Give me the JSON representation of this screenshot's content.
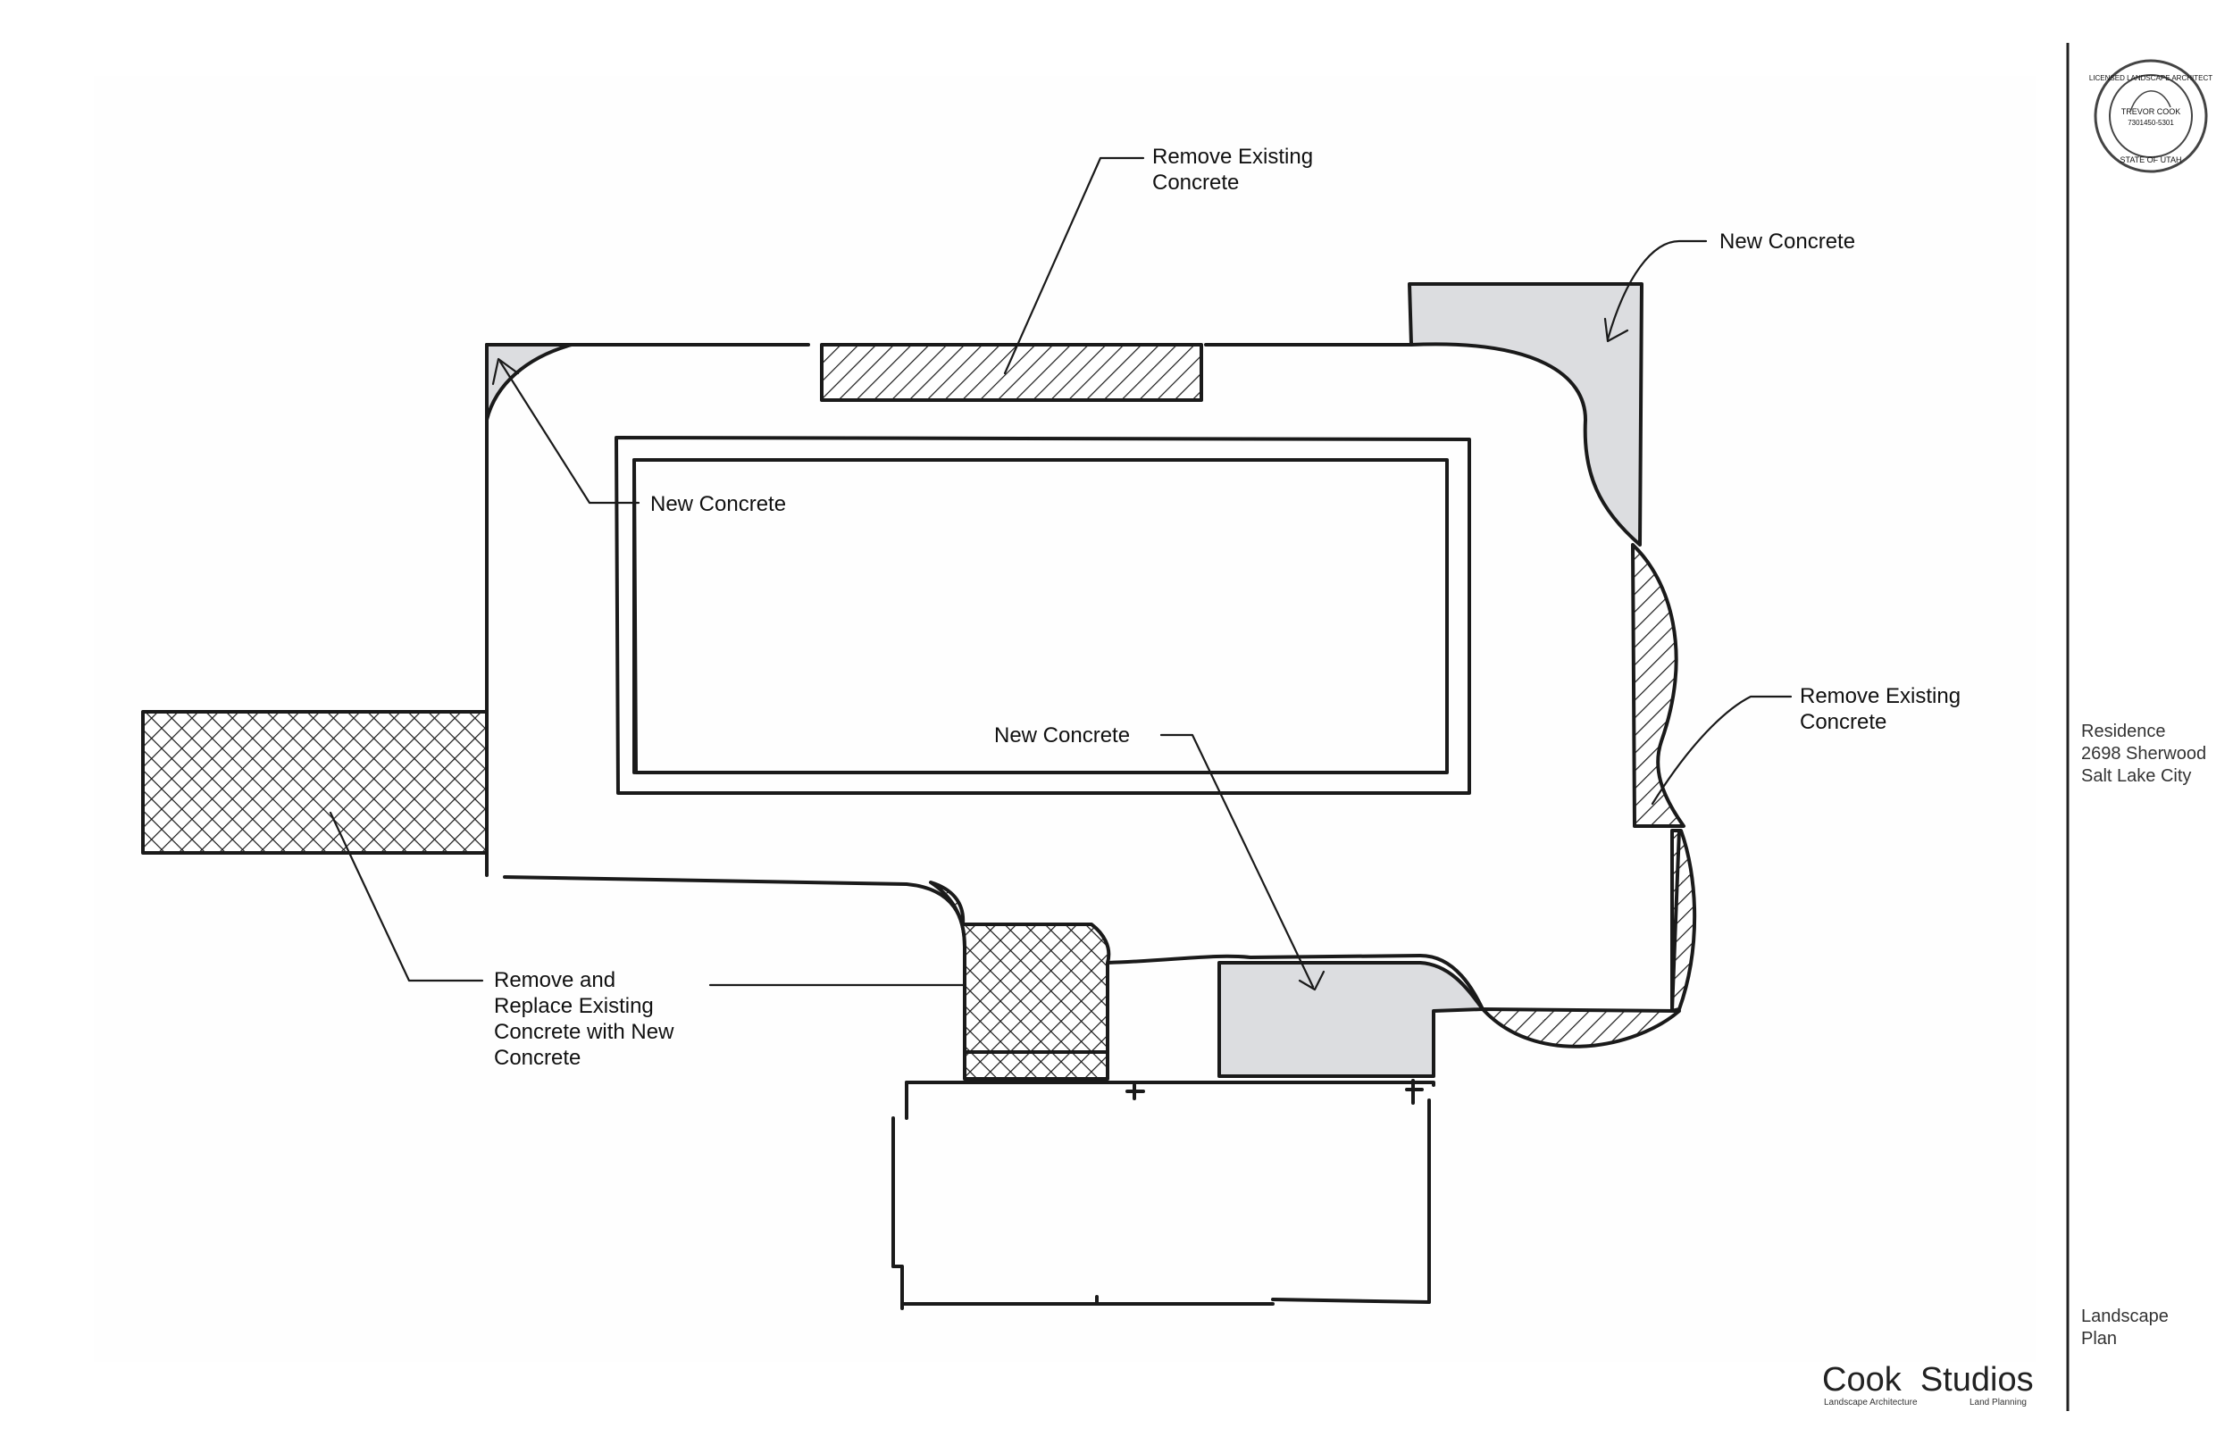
{
  "callouts": {
    "remove_top": [
      "Remove Existing",
      "Concrete"
    ],
    "new_top_right": "New Concrete",
    "new_top_left": "New Concrete",
    "remove_right": [
      "Remove Existing",
      "Concrete"
    ],
    "new_center": "New Concrete",
    "remove_replace": [
      "Remove and",
      "Replace Existing",
      "Concrete with New",
      "Concrete"
    ]
  },
  "title_block": {
    "project": [
      "Residence",
      "2698 Sherwood",
      "Salt Lake City"
    ],
    "sheet": [
      "Landscape",
      "Plan"
    ],
    "firm_name": "Cook  Studios",
    "firm_tagline_left": "Landscape Architecture",
    "firm_tagline_right": "Land Planning",
    "seal": {
      "ring_top": "LICENSED LANDSCAPE ARCHITECT",
      "name": "TREVOR COOK",
      "number": "7301450-5301",
      "ring_bottom": "STATE OF UTAH"
    }
  },
  "legend_colors": {
    "new_concrete": "#dcdde0",
    "ink": "#1a1a1a"
  }
}
